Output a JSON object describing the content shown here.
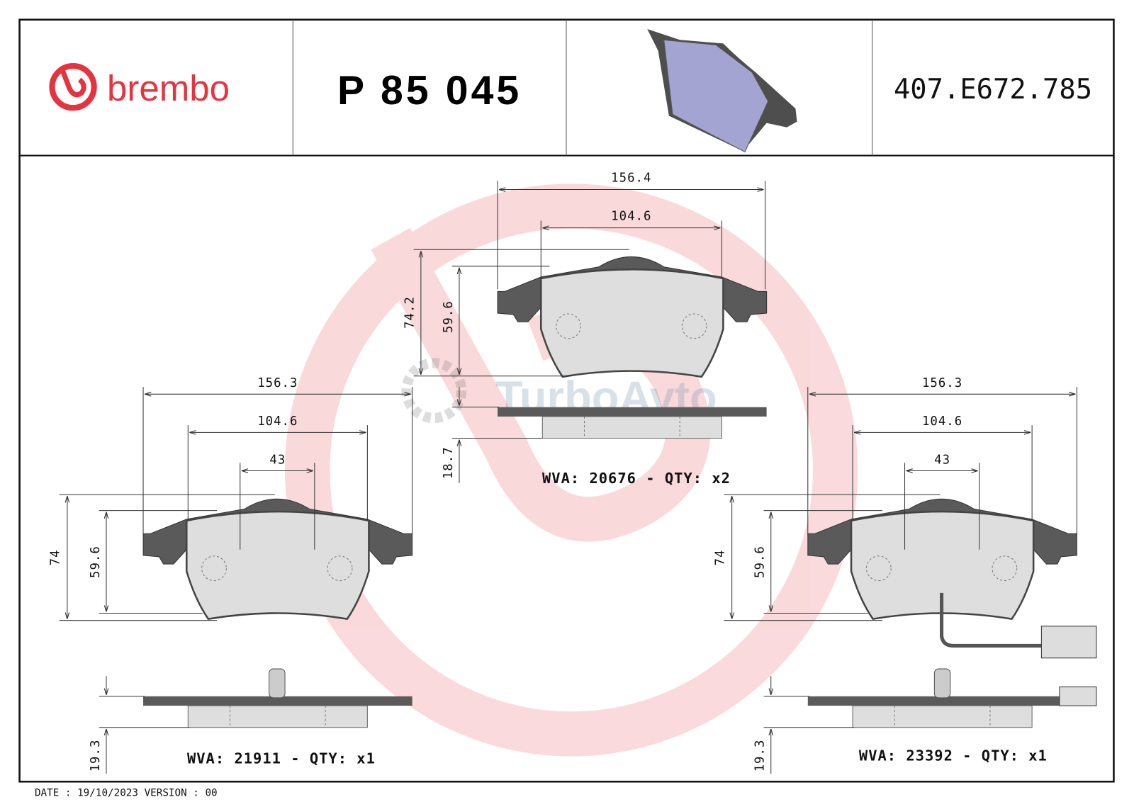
{
  "header": {
    "brand": "brembo",
    "part_number": "P 85 045",
    "reference": "407.E672.785",
    "brand_color": "#e5343f"
  },
  "watermark": {
    "text": "TurboAvto"
  },
  "views": {
    "top": {
      "width_total": "156.4",
      "width_friction": "104.6",
      "height_total": "74.2",
      "height_friction": "59.6",
      "thickness": "18.7",
      "wva": "WVA: 20676 - QTY: x2"
    },
    "left": {
      "width_total": "156.3",
      "width_friction": "104.6",
      "width_center": "43",
      "height_total": "74",
      "height_friction": "59.6",
      "thickness": "19.3",
      "wva": "WVA: 21911 - QTY: x1"
    },
    "right": {
      "width_total": "156.3",
      "width_friction": "104.6",
      "width_center": "43",
      "height_total": "74",
      "height_friction": "59.6",
      "thickness": "19.3",
      "wva": "WVA: 23392 - QTY: x1"
    }
  },
  "footer": {
    "date_version": "DATE : 19/10/2023 VERSION : 00"
  }
}
